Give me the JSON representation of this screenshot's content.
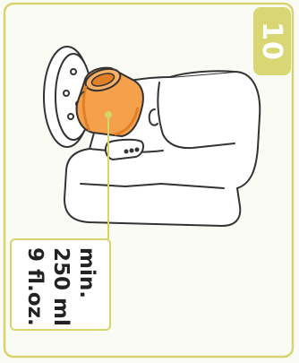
{
  "step": {
    "number": "10"
  },
  "label": {
    "line1": "min.",
    "line2": "250 ml",
    "line3": "9 fl.oz."
  },
  "colors": {
    "frame": "#d8d36a",
    "badge": "#d9d774",
    "cup": "#f5a04a",
    "cup_dark": "#e07f25",
    "machine_outline": "#333333",
    "machine_fill": "#ffffff"
  },
  "icons": {
    "cup": "cup-icon",
    "machine": "coffee-machine-icon",
    "callout_line": "leader-line"
  }
}
